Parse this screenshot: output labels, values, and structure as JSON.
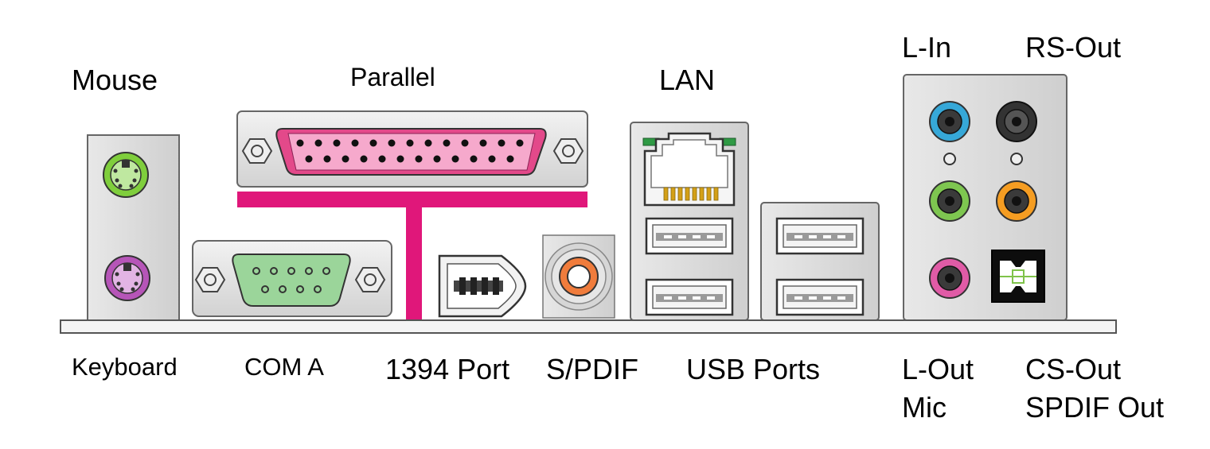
{
  "labels": {
    "mouse": "Mouse",
    "keyboard": "Keyboard",
    "parallel": "Parallel",
    "com_a": "COM A",
    "port_1394": "1394 Port",
    "spdif": "S/PDIF",
    "lan": "LAN",
    "usb_ports": "USB Ports",
    "l_in": "L-In",
    "rs_out": "RS-Out",
    "l_out": "L-Out",
    "mic": "Mic",
    "cs_out": "CS-Out",
    "spdif_out": "SPDIF Out"
  },
  "colors": {
    "ps2_mouse": "#7fce3c",
    "ps2_keyboard": "#b655b8",
    "parallel": "#e3498a",
    "serial": "#9bd59a",
    "parallel_connector_bar": "#e0177a",
    "coax_spdif": "#f07c3c",
    "audio_line_in": "#36a8d8",
    "audio_rear_out": "#333333",
    "audio_line_out": "#7ec650",
    "audio_center_out": "#f59d22",
    "audio_mic": "#e05ba6",
    "lan_led": "#2f9a44",
    "lan_pins": "#d4a017",
    "panel_metal": "#e0e0e0"
  }
}
